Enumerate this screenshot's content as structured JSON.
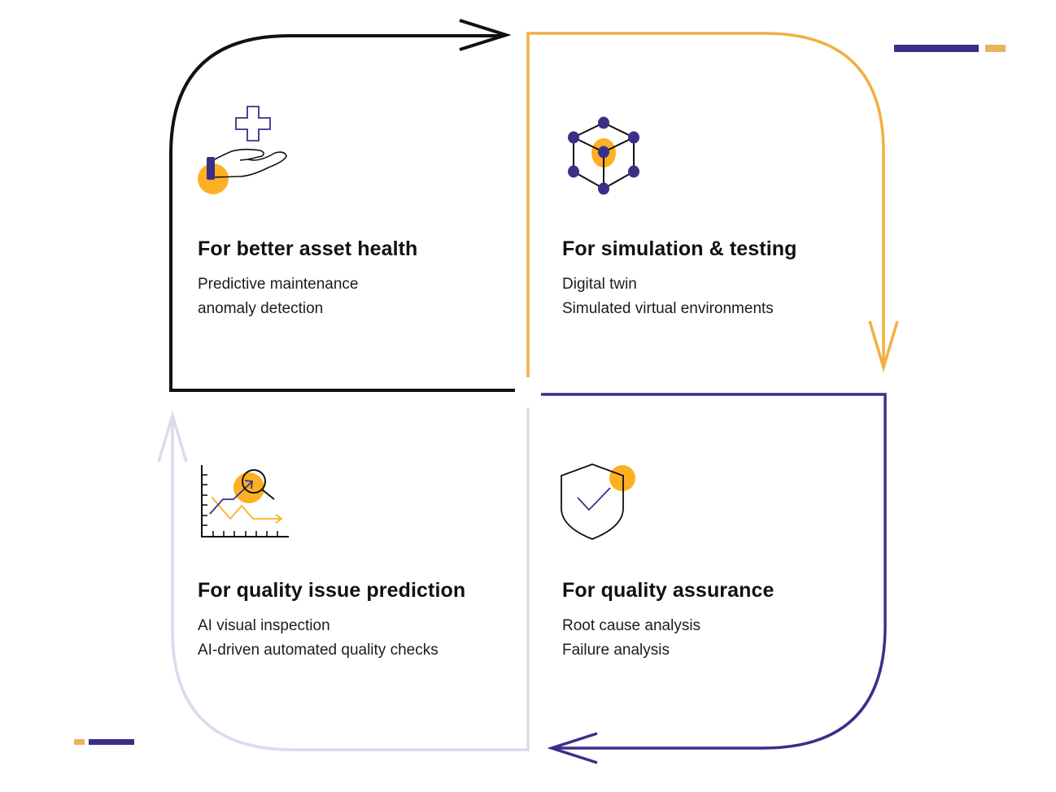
{
  "colors": {
    "black": "#111111",
    "gold": "#F0B042",
    "orange": "#FDB022",
    "indigo": "#39308A",
    "lavender": "#DCDAEC",
    "accent_gold": "#E6B55C"
  },
  "cards": [
    {
      "id": "asset-health",
      "icon": "hand-with-medical-cross-icon",
      "title": "For better asset health",
      "lines": [
        "Predictive maintenance",
        "anomaly detection"
      ]
    },
    {
      "id": "simulation-testing",
      "icon": "cube-network-icon",
      "title": "For simulation & testing",
      "lines": [
        "Digital twin",
        "Simulated virtual environments"
      ]
    },
    {
      "id": "quality-issue-prediction",
      "icon": "chart-magnifier-icon",
      "title": "For quality issue prediction",
      "lines": [
        "AI visual inspection",
        "AI-driven automated quality checks"
      ]
    },
    {
      "id": "quality-assurance",
      "icon": "shield-check-icon",
      "title": "For quality assurance",
      "lines": [
        "Root cause analysis",
        "Failure analysis"
      ]
    }
  ]
}
